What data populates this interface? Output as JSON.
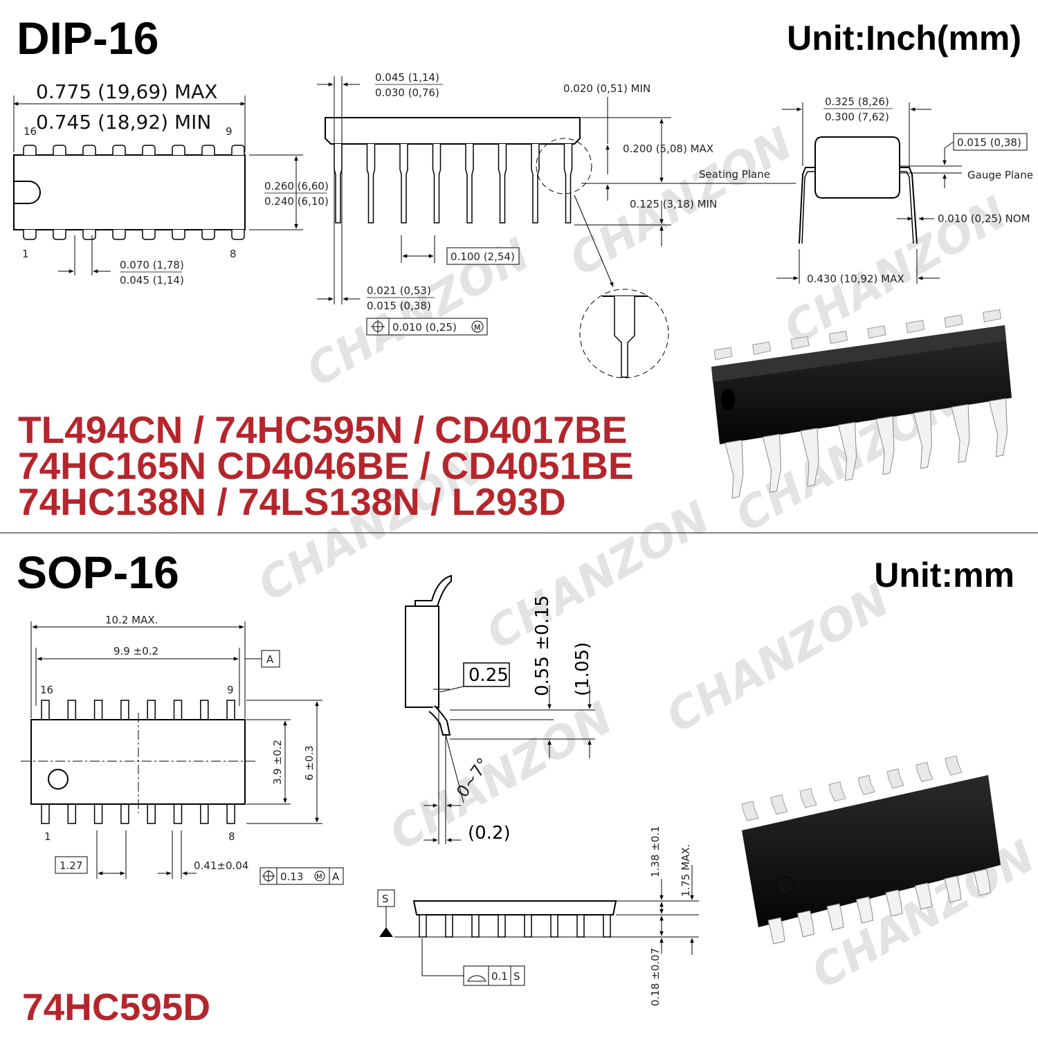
{
  "dip": {
    "title": "DIP-16",
    "unit": "Unit:Inch(mm)",
    "labels": {
      "len_max": "0.775 (19,69) MAX",
      "len_min": "0.745 (18,92) MIN",
      "pin16": "16",
      "pin9": "9",
      "pin1": "1",
      "pin8": "8",
      "body_w_max": "0.260 (6,60)",
      "body_w_min": "0.240 (6,10)",
      "pad_max": "0.070 (1,78)",
      "pad_min": "0.045 (1,14)",
      "shoulder_max": "0.045 (1,14)",
      "shoulder_min": "0.030 (0,76)",
      "standoff": "0.020 (0,51) MIN",
      "height": "0.200 (5,08) MAX",
      "seating": "Seating Plane",
      "lead_len": "0.125 (3,18) MIN",
      "pitch": "0.100 (2,54)",
      "lead_w_max": "0.021 (0,53)",
      "lead_w_min": "0.015 (0,38)",
      "tolerance": "0.010 (0,25)",
      "row_max": "0.325 (8,26)",
      "row_min": "0.300 (7,62)",
      "gauge_val": "0.015 (0,38)",
      "gauge": "Gauge Plane",
      "lead_t": "0.010 (0,25) NOM",
      "span_max": "0.430 (10,92) MAX"
    },
    "parts": [
      "TL494CN / 74HC595N / CD4017BE",
      "74HC165N CD4046BE / CD4051BE",
      "74HC138N / 74LS138N / L293D"
    ]
  },
  "sop": {
    "title": "SOP-16",
    "unit": "Unit:mm",
    "labels": {
      "len_max": "10.2 MAX.",
      "len_nom": "9.9 ±0.2",
      "datum_a": "A",
      "pin16": "16",
      "pin9": "9",
      "pin1": "1",
      "pin8": "8",
      "body_w": "3.9 ±0.2",
      "span": "6 ±0.3",
      "pitch": "1.27",
      "lead_w": "0.41±0.04",
      "tol": "0.13",
      "tol_datum": "A",
      "gauge": "0.25",
      "foot": "0.55 ±0.15",
      "foot_ref": "(1.05)",
      "angle": "0~7°",
      "lead_t": "(0.2)",
      "datum_s": "S",
      "coplan": "0.1",
      "coplan_datum": "S",
      "body_h": "1.38 ±0.1",
      "h_max": "1.75 MAX.",
      "standoff": "0.18 ±0.07"
    },
    "parts": [
      "74HC595D"
    ]
  },
  "watermark": "CHANZON",
  "colors": {
    "accent": "#b5262c",
    "text": "#000000"
  }
}
